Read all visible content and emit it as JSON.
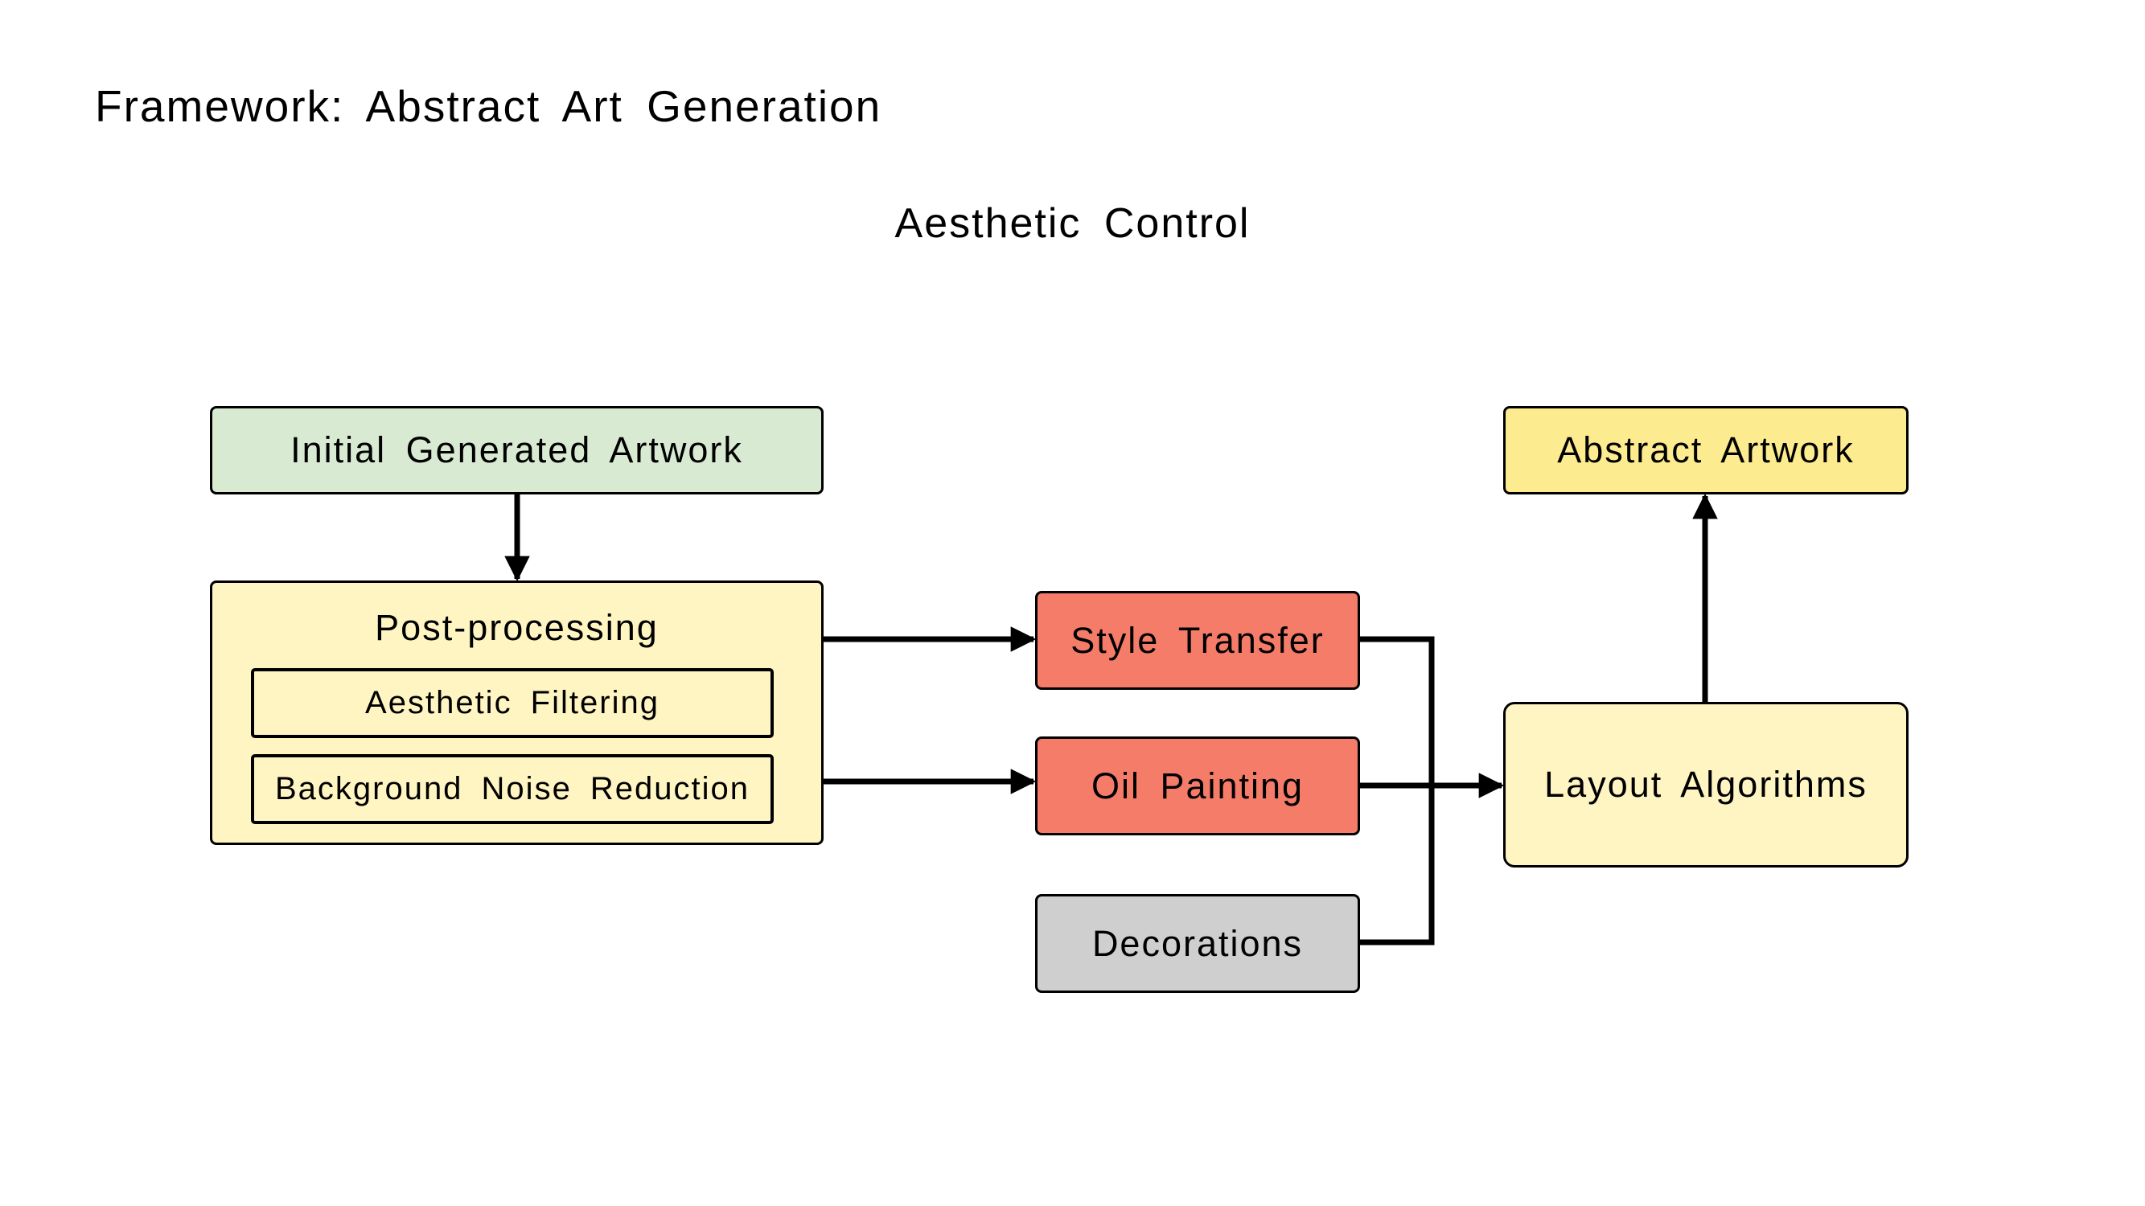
{
  "title": "Framework: Abstract Art Generation",
  "section_title": "Aesthetic Control",
  "colors": {
    "green_fill": "#d9ead3",
    "yellow_fill": "#fff5c2",
    "bright_yellow_fill": "#fceb8f",
    "red_fill": "#f47c68",
    "gray_fill": "#d0cfd0",
    "stroke": "#000000"
  },
  "nodes": {
    "initial": "Initial Generated Artwork",
    "post_processing": {
      "label": "Post-processing",
      "items": [
        "Aesthetic Filtering",
        "Background Noise Reduction"
      ]
    },
    "style_transfer": "Style Transfer",
    "oil_painting": "Oil Painting",
    "decorations": "Decorations",
    "layout": "Layout Algorithms",
    "abstract": "Abstract Artwork"
  }
}
